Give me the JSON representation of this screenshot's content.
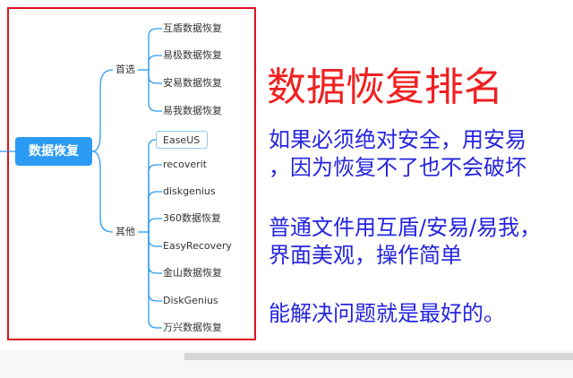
{
  "mindmap": {
    "root": "数据恢复",
    "branches": [
      {
        "label": "首选",
        "children": [
          "互盾数据恢复",
          "易极数据恢复",
          "安易数据恢复",
          "易我数据恢复"
        ]
      },
      {
        "label": "其他",
        "children": [
          "EaseUS",
          "recoverit",
          "diskgenius",
          "360数据恢复",
          "EasyRecovery",
          "金山数据恢复",
          "DiskGenius",
          "万兴数据恢复"
        ]
      }
    ]
  },
  "annotation": {
    "title": "数据恢复排名",
    "note1_line1": "如果必须绝对安全，用安易",
    "note1_line2": "，因为恢复不了也不会破坏",
    "note2_line1": "普通文件用互盾/安易/易我，",
    "note2_line2": "界面美观，操作简单",
    "note3": "能解决问题就是最好的。"
  },
  "colors": {
    "frame": "#e0101e",
    "connector": "#2b9af3",
    "root_fill": "#2b9af3",
    "title": "#f02020",
    "note": "#2424e0"
  }
}
